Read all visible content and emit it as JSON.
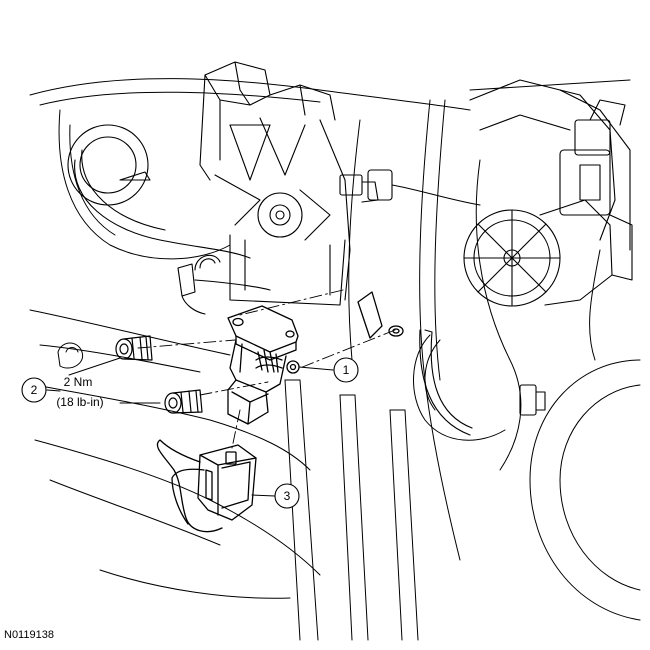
{
  "figure_id": "N0119138",
  "callouts": [
    {
      "number": "1"
    },
    {
      "number": "2",
      "torque_nm": "2 Nm",
      "torque_lbin": "(18 lb-in)"
    },
    {
      "number": "3"
    }
  ],
  "colors": {
    "line": "#000000",
    "background": "#ffffff"
  }
}
